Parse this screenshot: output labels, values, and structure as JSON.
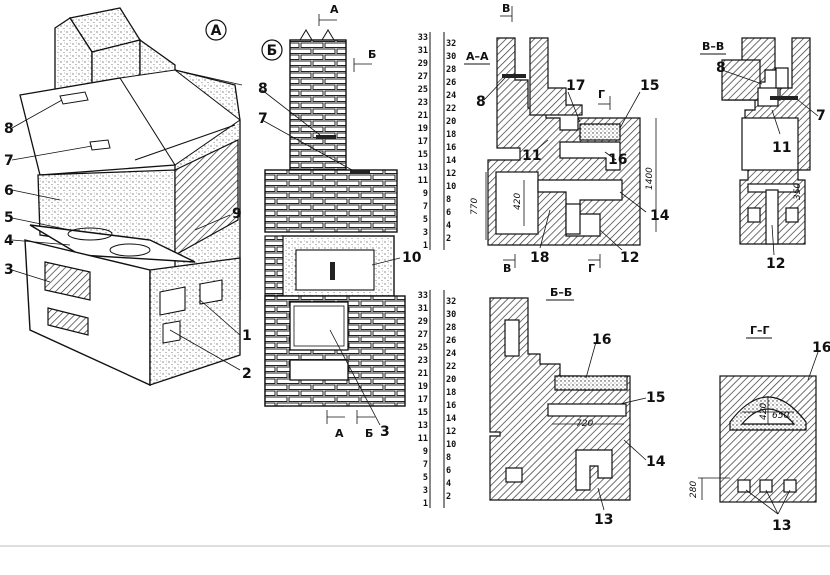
{
  "views": {
    "a": {
      "label": "А"
    },
    "b": {
      "label": "Б"
    },
    "aa": {
      "label": "А–А"
    },
    "bb": {
      "label": "В–В"
    },
    "cc": {
      "label": "Б–Б"
    },
    "dd": {
      "label": "Г–Г"
    }
  },
  "section_marks": {
    "a": "А",
    "b": "Б",
    "v": "В",
    "g": "Г"
  },
  "parts": {
    "p1": "1",
    "p2": "2",
    "p3": "3",
    "p4": "4",
    "p5": "5",
    "p6": "6",
    "p7": "7",
    "p8": "8",
    "p9": "9",
    "p10": "10",
    "p11": "11",
    "p12": "12",
    "p13": "13",
    "p14": "14",
    "p15": "15",
    "p16": "16",
    "p17": "17",
    "p18": "18"
  },
  "dimensions": {
    "d1400": "1400",
    "d770": "770",
    "d420a": "420",
    "d350": "350",
    "d720": "720",
    "d650": "650",
    "d420b": "420",
    "d280": "280"
  },
  "row_numbers": {
    "left": [
      "33",
      "31",
      "29",
      "27",
      "25",
      "23",
      "21",
      "19",
      "17",
      "15",
      "13",
      "11",
      "9",
      "7",
      "5",
      "3",
      "1"
    ],
    "right": [
      "32",
      "30",
      "28",
      "26",
      "24",
      "22",
      "20",
      "18",
      "16",
      "14",
      "12",
      "10",
      "8",
      "6",
      "4",
      "2"
    ]
  }
}
